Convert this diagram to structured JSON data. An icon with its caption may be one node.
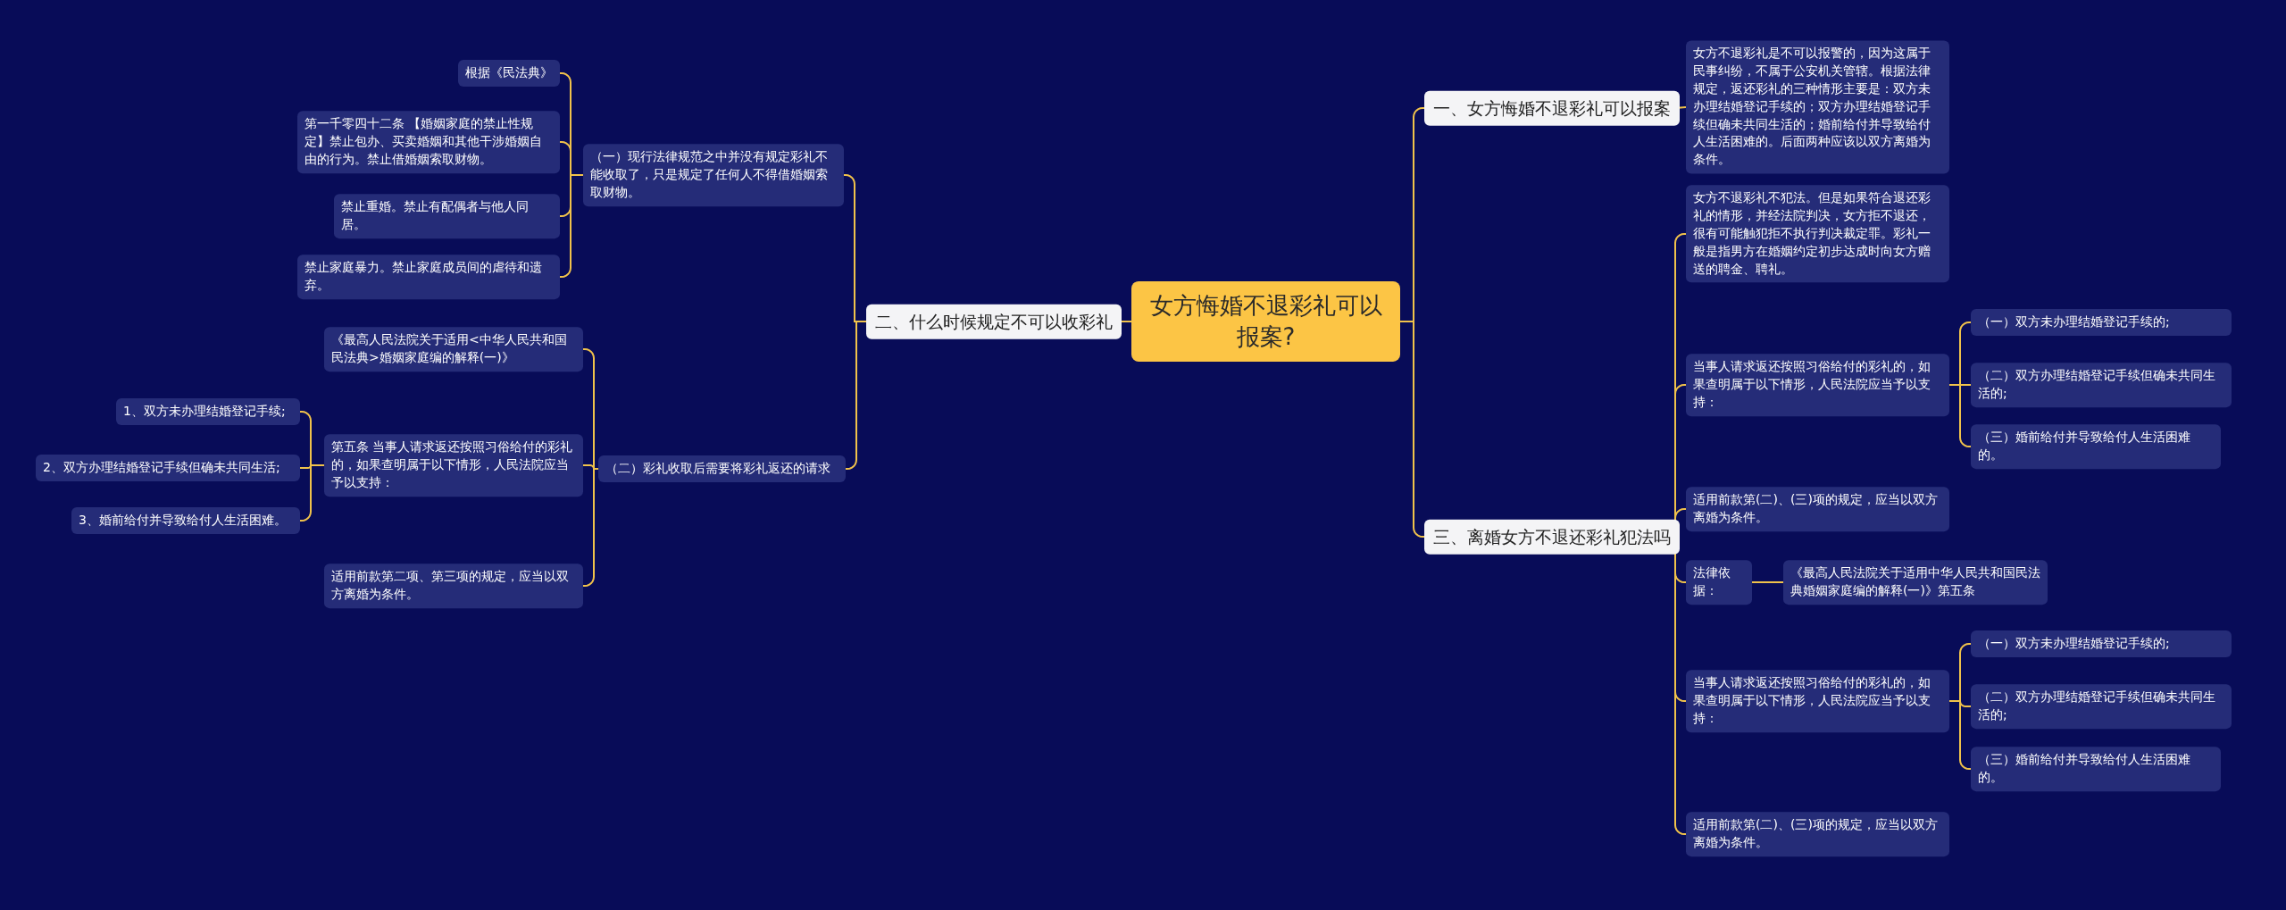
{
  "diagram": {
    "nodes": [
      {
        "text": [
          "女方悔婚不退彩礼可以报案?"
        ]
      },
      {
        "text": [
          "一、女方悔婚不退彩礼可以报案"
        ]
      },
      {
        "text": [
          "女方不退彩礼是不可以报警的，因为这属于民事纠纷，不属于公安机关管辖。根据法律规定，返还彩礼的三种情形主要是：双方未办理结婚登记手续的；双方办理结婚登记手续但确未共同生活的；婚前给付并导致给付人生活困难的。后面两种应该以双方离婚为条件。"
        ]
      },
      {
        "text": [
          "二、什么时候规定不可以收彩礼"
        ]
      },
      {
        "text": [
          "（一）现行法律规范之中并没有规定彩礼不能收取了，只是规定了任何人不得借婚姻索取财物。"
        ]
      },
      {
        "text": [
          "根据《民法典》"
        ]
      },
      {
        "text": [
          "第一千零四十二条 【婚姻家庭的禁止性规定】禁止包办、买卖婚姻和其他干涉婚姻自由的行为。禁止借婚姻索取财物。"
        ]
      },
      {
        "text": [
          "禁止重婚。禁止有配偶者与他人同居。"
        ]
      },
      {
        "text": [
          "禁止家庭暴力。禁止家庭成员间的虐待和遗弃。"
        ]
      },
      {
        "text": [
          "（二）彩礼收取后需要将彩礼返还的请求"
        ]
      },
      {
        "text": [
          "《最高人民法院关于适用<中华人民共和国民法典>婚姻家庭编的解释(一)》"
        ]
      },
      {
        "text": [
          "第五条 当事人请求返还按照习俗给付的彩礼的，如果查明属于以下情形，人民法院应当予以支持："
        ]
      },
      {
        "text": [
          "1、双方未办理结婚登记手续;"
        ]
      },
      {
        "text": [
          "2、双方办理结婚登记手续但确未共同生活;"
        ]
      },
      {
        "text": [
          "3、婚前给付并导致给付人生活困难。"
        ]
      },
      {
        "text": [
          "适用前款第二项、第三项的规定，应当以双方离婚为条件。"
        ]
      },
      {
        "text": [
          "三、离婚女方不退还彩礼犯法吗"
        ]
      },
      {
        "text": [
          "女方不退彩礼不犯法。但是如果符合退还彩礼的情形，并经法院判决，女方拒不退还，很有可能触犯拒不执行判决裁定罪。彩礼一般是指男方在婚姻约定初步达成时向女方赠送的聘金、聘礼。"
        ]
      },
      {
        "text": [
          "当事人请求返还按照习俗给付的彩礼的，如果查明属于以下情形，人民法院应当予以支持："
        ]
      },
      {
        "text": [
          "（一）双方未办理结婚登记手续的;"
        ]
      },
      {
        "text": [
          "（二）双方办理结婚登记手续但确未共同生活的;"
        ]
      },
      {
        "text": [
          "（三）婚前给付并导致给付人生活困难的。"
        ]
      },
      {
        "text": [
          "适用前款第(二)、(三)项的规定，应当以双方离婚为条件。"
        ]
      },
      {
        "text": [
          "法律依据："
        ]
      },
      {
        "text": [
          "《最高人民法院关于适用中华人民共和国民法典婚姻家庭编的解释(一)》第五条"
        ]
      },
      {
        "text": [
          "当事人请求返还按照习俗给付的彩礼的，如果查明属于以下情形，人民法院应当予以支持："
        ]
      },
      {
        "text": [
          "（一）双方未办理结婚登记手续的;"
        ]
      },
      {
        "text": [
          "（二）双方办理结婚登记手续但确未共同生活的;"
        ]
      },
      {
        "text": [
          "（三）婚前给付并导致给付人生活困难的。"
        ]
      },
      {
        "text": [
          "适用前款第(二)、(三)项的规定，应当以双方离婚为条件。"
        ]
      }
    ],
    "edges": [
      {
        "from": 0,
        "to": 1,
        "arrow": "none"
      },
      {
        "from": 1,
        "to": 2,
        "arrow": "none"
      },
      {
        "from": 0,
        "to": 3,
        "arrow": "none"
      },
      {
        "from": 3,
        "to": 4,
        "arrow": "none"
      },
      {
        "from": 4,
        "to": 5,
        "arrow": "none"
      },
      {
        "from": 4,
        "to": 6,
        "arrow": "none"
      },
      {
        "from": 4,
        "to": 7,
        "arrow": "none"
      },
      {
        "from": 4,
        "to": 8,
        "arrow": "none"
      },
      {
        "from": 3,
        "to": 9,
        "arrow": "none"
      },
      {
        "from": 9,
        "to": 10,
        "arrow": "none"
      },
      {
        "from": 9,
        "to": 11,
        "arrow": "none"
      },
      {
        "from": 11,
        "to": 12,
        "arrow": "none"
      },
      {
        "from": 11,
        "to": 13,
        "arrow": "none"
      },
      {
        "from": 11,
        "to": 14,
        "arrow": "none"
      },
      {
        "from": 9,
        "to": 15,
        "arrow": "none"
      },
      {
        "from": 0,
        "to": 16,
        "arrow": "none"
      },
      {
        "from": 16,
        "to": 17,
        "arrow": "none"
      },
      {
        "from": 16,
        "to": 18,
        "arrow": "none"
      },
      {
        "from": 18,
        "to": 19,
        "arrow": "none"
      },
      {
        "from": 18,
        "to": 20,
        "arrow": "none"
      },
      {
        "from": 18,
        "to": 21,
        "arrow": "none"
      },
      {
        "from": 16,
        "to": 22,
        "arrow": "none"
      },
      {
        "from": 16,
        "to": 23,
        "arrow": "none"
      },
      {
        "from": 23,
        "to": 24,
        "arrow": "none"
      },
      {
        "from": 16,
        "to": 25,
        "arrow": "none"
      },
      {
        "from": 25,
        "to": 26,
        "arrow": "none"
      },
      {
        "from": 25,
        "to": 27,
        "arrow": "none"
      },
      {
        "from": 25,
        "to": 28,
        "arrow": "none"
      },
      {
        "from": 16,
        "to": 29,
        "arrow": "none"
      }
    ]
  }
}
